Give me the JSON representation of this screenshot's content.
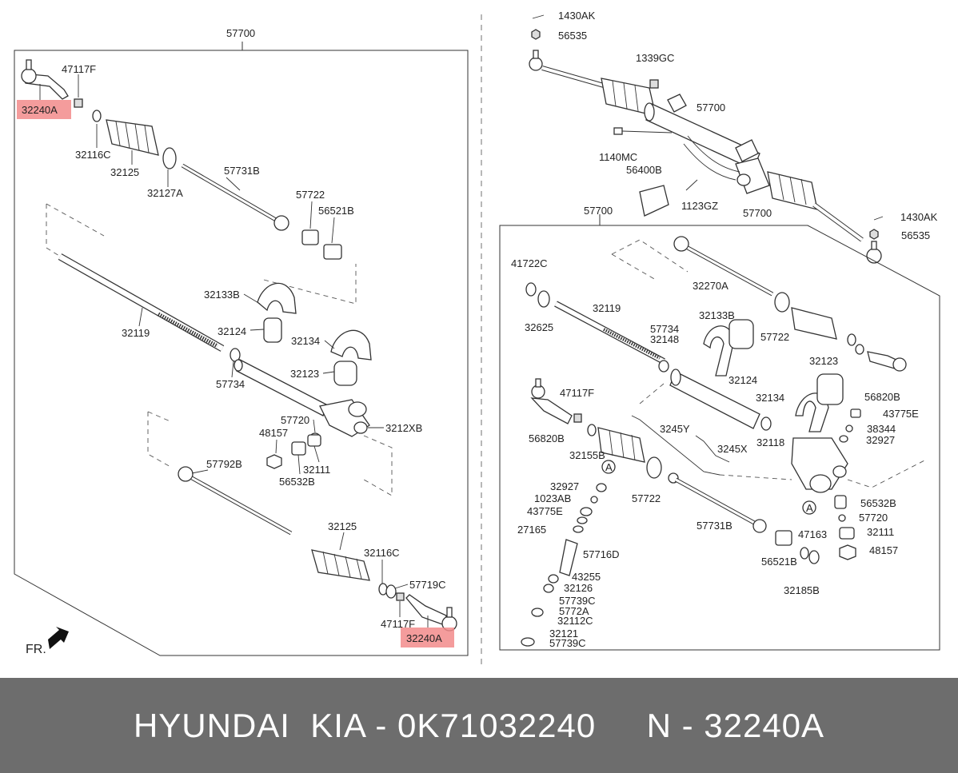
{
  "labels": [
    "57700",
    "47117F",
    "32240A",
    "32116C",
    "32125",
    "32127A",
    "57731B",
    "57722",
    "56521B",
    "32133B",
    "32119",
    "32124",
    "32134",
    "32123",
    "57734",
    "57720",
    "3212XB",
    "48157",
    "32111",
    "56532B",
    "57792B",
    "32125",
    "32116C",
    "57719C",
    "47117F",
    "32240A",
    "FR.",
    "1430AK",
    "56535",
    "1339GC",
    "57700",
    "1140MC",
    "56400B",
    "1123GZ",
    "57700",
    "1430AK",
    "56535",
    "57700",
    "41722C",
    "32270A",
    "32625",
    "32119",
    "57722",
    "57734",
    "32148",
    "32133B",
    "32124",
    "32123",
    "56820B",
    "47117F",
    "43775E",
    "32134",
    "3245Y",
    "38344",
    "32927",
    "56820B",
    "32155B",
    "32118",
    "3245X",
    "A",
    "32927",
    "1023AB",
    "43775E",
    "57722",
    "56532B",
    "57731B",
    "A",
    "57720",
    "27165",
    "47163",
    "32111",
    "57716D",
    "48157",
    "56521B",
    "43255",
    "32126",
    "32185B",
    "57739C",
    "5772A",
    "32112C",
    "32121",
    "57739C"
  ],
  "highlight_color": "#f28b8b",
  "banner": {
    "text": "HYUNDAI  KIA - 0K71032240     N - 32240A"
  }
}
